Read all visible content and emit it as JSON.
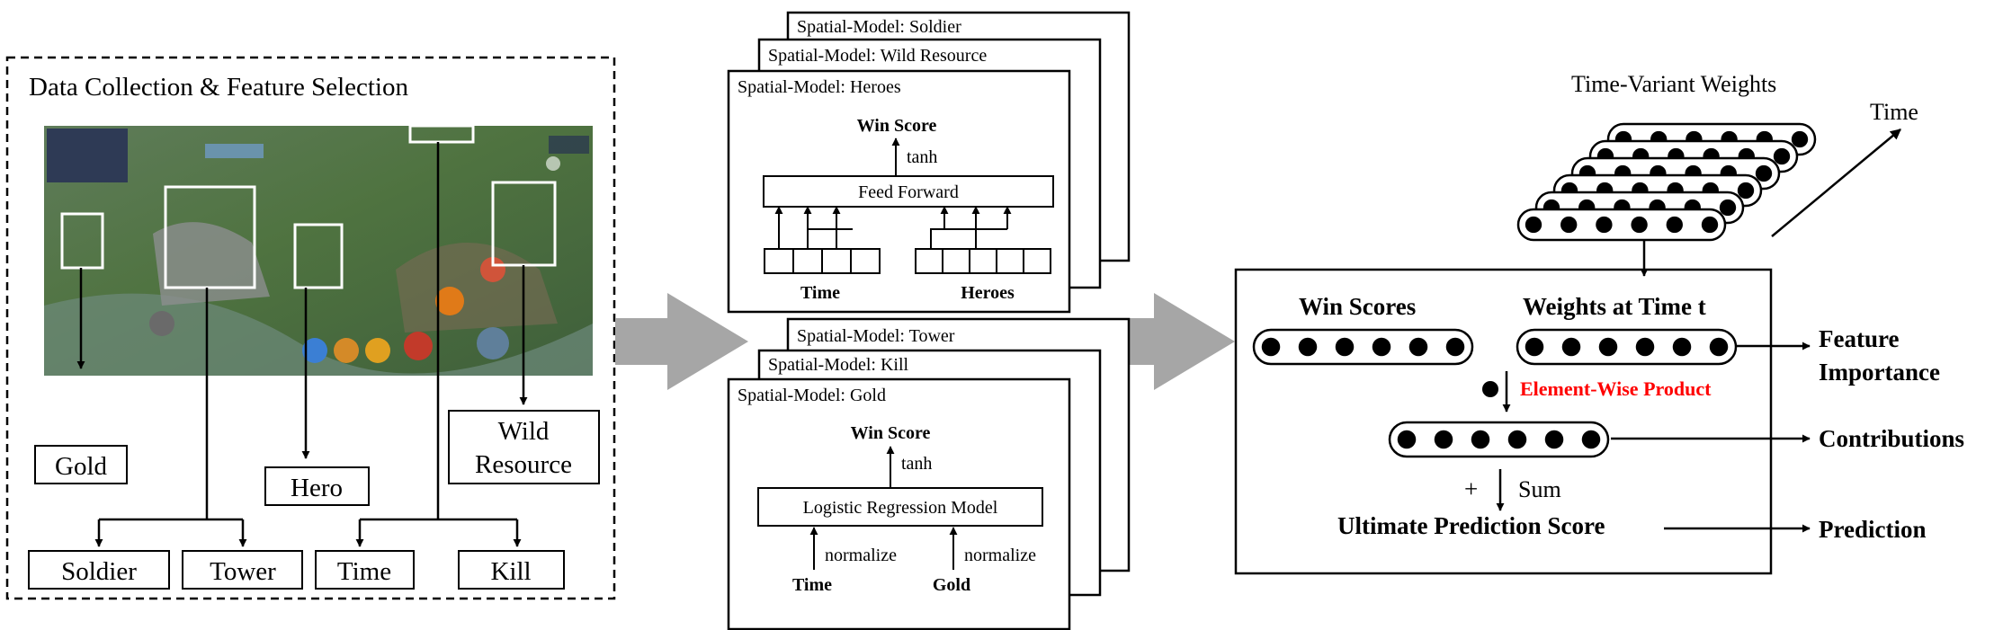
{
  "panel1": {
    "title": "Data Collection & Feature Selection",
    "labels": {
      "gold": "Gold",
      "hero": "Hero",
      "wild_line1": "Wild",
      "wild_line2": "Resource",
      "soldier": "Soldier",
      "tower": "Tower",
      "time": "Time",
      "kill": "Kill"
    }
  },
  "panel2": {
    "stack1_back": [
      "Spatial-Model: Soldier",
      "Spatial-Model: Wild Resource"
    ],
    "heroes_model": {
      "title": "Spatial-Model: Heroes",
      "output": "Win Score",
      "activation": "tanh",
      "layer": "Feed Forward",
      "input_left": "Time",
      "input_right": "Heroes"
    },
    "stack2_back": [
      "Spatial-Model: Tower",
      "Spatial-Model: Kill"
    ],
    "gold_model": {
      "title": "Spatial-Model: Gold",
      "output": "Win Score",
      "activation": "tanh",
      "layer": "Logistic Regression Model",
      "norm_left": "normalize",
      "norm_right": "normalize",
      "input_left": "Time",
      "input_right": "Gold"
    }
  },
  "panel3": {
    "weights_title": "Time-Variant Weights",
    "time_axis": "Time",
    "win_scores": "Win Scores",
    "weights_at_t": "Weights at Time t",
    "element_wise": "Element-Wise Product",
    "sum": "Sum",
    "plus": "+",
    "ultimate": "Ultimate Prediction Score",
    "out_feature_line1": "Feature",
    "out_feature_line2": "Importance",
    "out_contributions": "Contributions",
    "out_prediction": "Prediction"
  },
  "colors": {
    "accent_red": "#ff0000",
    "flow_arrow": "#a6a6a6"
  }
}
